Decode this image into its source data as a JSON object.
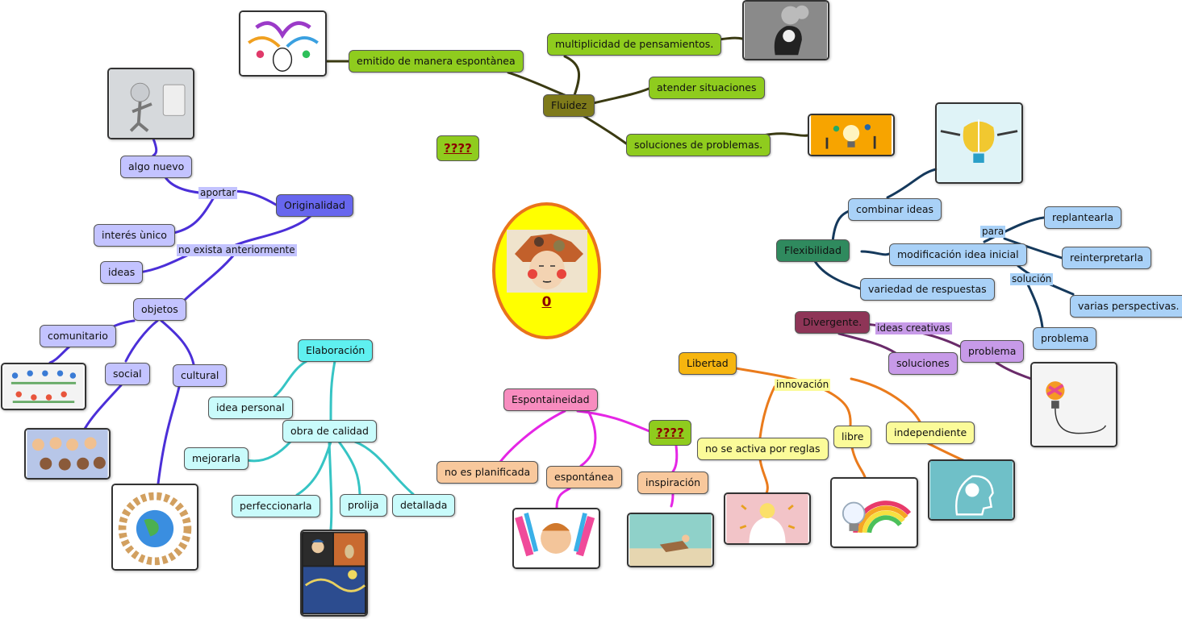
{
  "central": {
    "label": "0"
  },
  "question_marks": [
    "????",
    "????"
  ],
  "fluidez": {
    "title": "Fluidez",
    "items": [
      "emitido de manera espontànea",
      "multiplicidad de pensamientos.",
      "atender situaciones",
      "soluciones de problemas."
    ]
  },
  "originalidad": {
    "title": "Originalidad",
    "items": [
      "algo nuevo",
      "interés ùnico",
      "ideas",
      "objetos",
      "comunitario",
      "social",
      "cultural"
    ],
    "labels": [
      "aportar",
      "no exista anteriormente"
    ]
  },
  "flexibilidad": {
    "title": "Flexibilidad",
    "items": [
      "combinar ideas",
      "modificación idea inicial",
      "variedad de respuestas",
      "replantearla",
      "reinterpretarla",
      "varias perspectivas.",
      "problema"
    ],
    "labels": [
      "para",
      "solución"
    ]
  },
  "divergente": {
    "title": "Divergente.",
    "items": [
      "soluciones",
      "problema"
    ],
    "labels": [
      "ideas creativas"
    ]
  },
  "elaboracion": {
    "title": "Elaboración",
    "items": [
      "idea personal",
      "obra de calidad",
      "mejorarla",
      "perfeccionarla",
      "prolija",
      "detallada"
    ]
  },
  "espontaneidad": {
    "title": "Espontaineidad",
    "items": [
      "no es planificada",
      "espontánea",
      "inspiración"
    ]
  },
  "libertad": {
    "title": "Libertad",
    "items": [
      "no se activa por reglas",
      "libre",
      "independiente"
    ],
    "labels": [
      "innovación"
    ]
  },
  "colors": {
    "fluidez": "#8fcc1e",
    "fluidez_main": "#7e7a1a",
    "originalidad": "#c3c3ff",
    "originalidad_main": "#6766ee",
    "flexibilidad": "#a9d1f7",
    "flexibilidad_main": "#2f8a5e",
    "divergente": "#c79ae8",
    "divergente_main": "#8e3557",
    "elaboracion": "#c9fbfb",
    "elaboracion_main": "#5ff0f0",
    "espontaneidad": "#f8c89c",
    "espontaneidad_main": "#f78cbf",
    "libertad": "#fbfb99",
    "libertad_main": "#f6b50f",
    "center": "#ffff00",
    "center_border": "#e9731c"
  }
}
